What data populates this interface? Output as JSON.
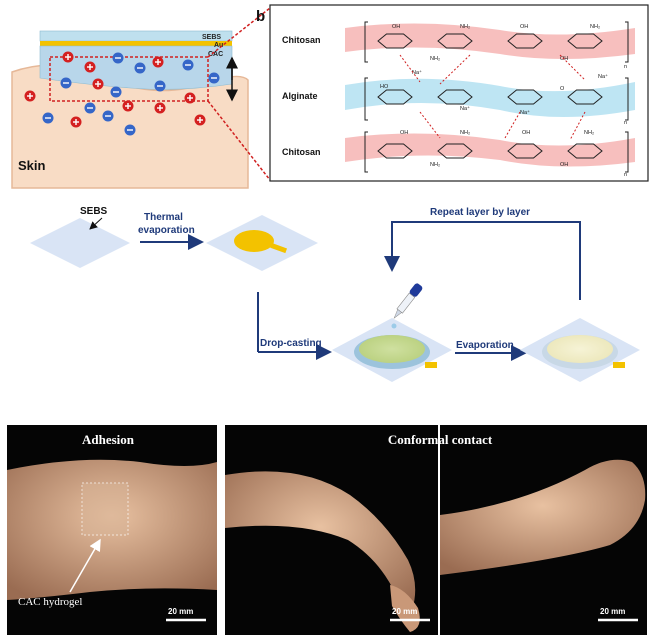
{
  "panel_a": {
    "layer_top": "SEBS",
    "layer_mid": "Au",
    "layer_bot": "CAC",
    "skin": "Skin"
  },
  "panel_b": {
    "letter": "b",
    "row1": "Chitosan",
    "row2": "Alginate",
    "row3": "Chitosan",
    "chem": {
      "oh": "OH",
      "nh2": "NH₂",
      "na": "Na⁺",
      "o": "O",
      "ho": "HO",
      "n": "n"
    }
  },
  "process": {
    "sebs": "SEBS",
    "thermal1": "Thermal",
    "thermal2": "evaporation",
    "repeat": "Repeat layer by layer",
    "drop": "Drop-casting",
    "evap": "Evaporation"
  },
  "photos": {
    "adhesion_title": "Adhesion",
    "conformal_title": "Conformal contact",
    "hydrogel": "CAC hydrogel",
    "scale1": "20 mm",
    "scale2": "20 mm",
    "scale3": "20 mm"
  },
  "colors": {
    "skin": "#f8dcc5",
    "sebs": "#bfe0ee",
    "au": "#f3c200",
    "cac": "#b8d6ea",
    "chitosan": "#f4a9a8",
    "alginate": "#a8dcef",
    "navy": "#1f3a7a",
    "diamond": "#d9e4f5"
  }
}
